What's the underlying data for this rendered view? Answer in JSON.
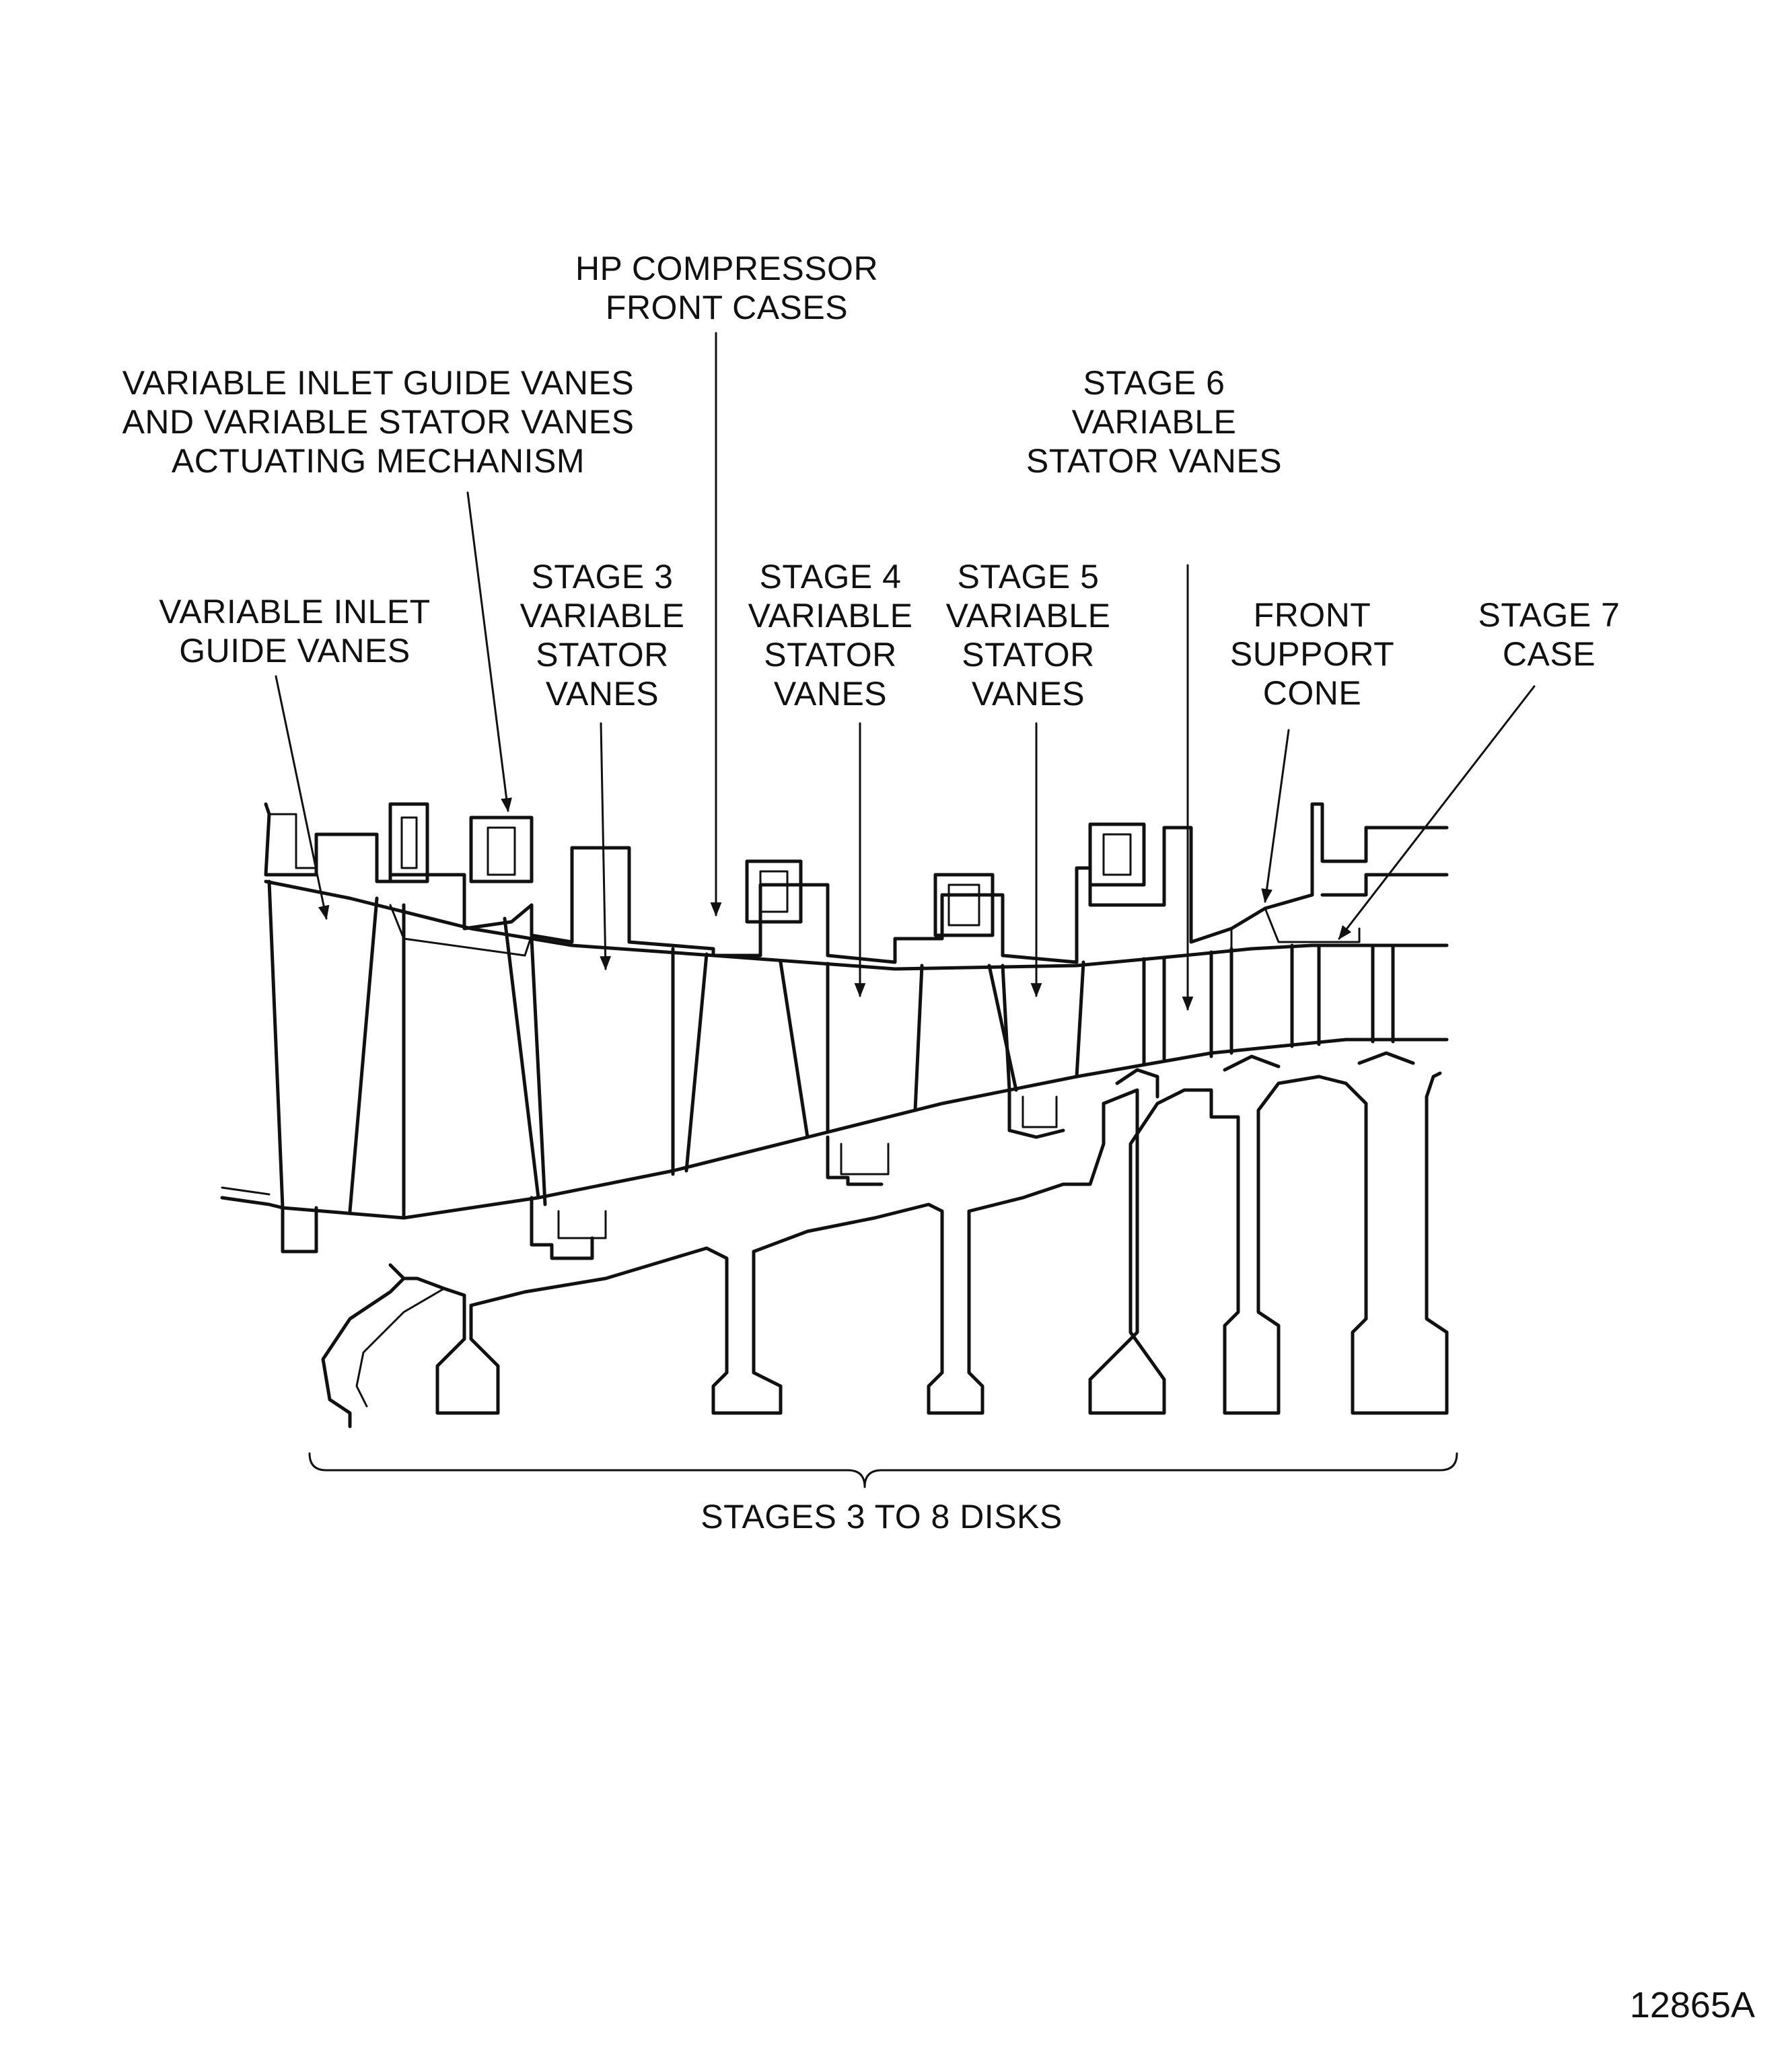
{
  "labels": {
    "hp_compressor": [
      "HP COMPRESSOR",
      "FRONT CASES"
    ],
    "actuating_mechanism": [
      "VARIABLE INLET GUIDE VANES",
      "AND VARIABLE STATOR VANES",
      "ACTUATING MECHANISM"
    ],
    "stage6": [
      "STAGE 6",
      "VARIABLE",
      "STATOR VANES"
    ],
    "inlet_guide_vanes": [
      "VARIABLE INLET",
      "GUIDE VANES"
    ],
    "stage3": [
      "STAGE 3",
      "VARIABLE",
      "STATOR",
      "VANES"
    ],
    "stage4": [
      "STAGE 4",
      "VARIABLE",
      "STATOR",
      "VANES"
    ],
    "stage5": [
      "STAGE 5",
      "VARIABLE",
      "STATOR",
      "VANES"
    ],
    "front_support_cone": [
      "FRONT",
      "SUPPORT",
      "CONE"
    ],
    "stage7_case": [
      "STAGE 7",
      "CASE"
    ],
    "disks": "STAGES 3 TO 8 DISKS"
  },
  "figure_number": "12865A"
}
